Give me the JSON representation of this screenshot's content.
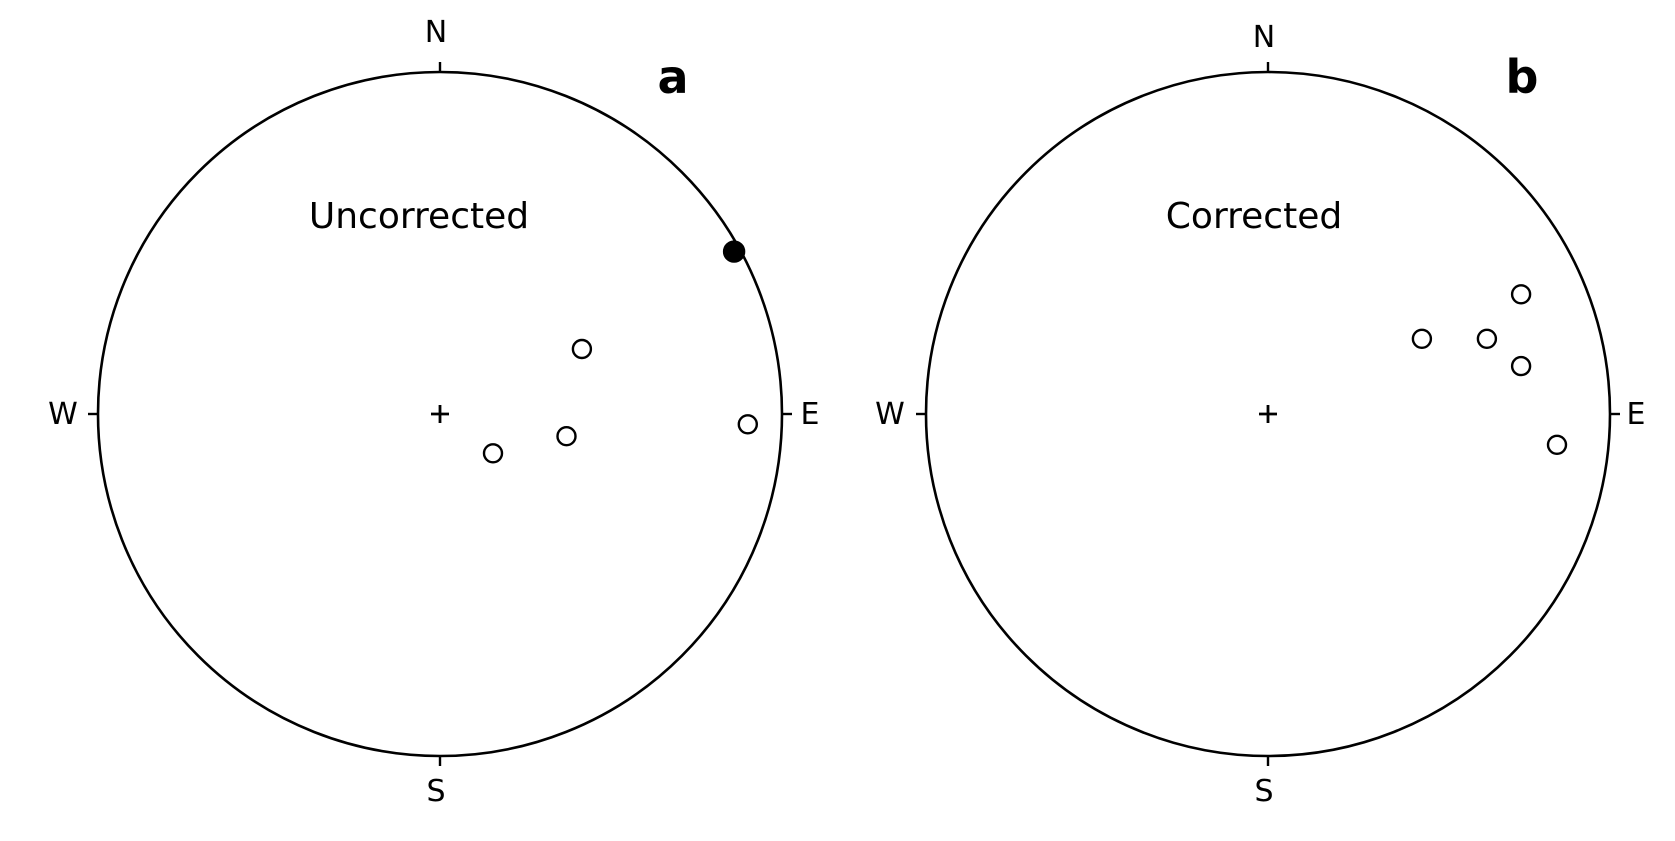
{
  "chart_data": [
    {
      "type": "scatter",
      "plot": "equal-area stereonet",
      "panel_label": "a",
      "title": "Uncorrected",
      "directions": {
        "north": "N",
        "south": "S",
        "east": "E",
        "west": "W"
      },
      "x_range": [
        -1,
        1
      ],
      "y_range": [
        -1,
        1
      ],
      "center_mark": true,
      "series": [
        {
          "marker": "open circle",
          "points": [
            {
              "x": 0.415,
              "y": 0.19
            },
            {
              "x": 0.37,
              "y": -0.065
            },
            {
              "x": 0.155,
              "y": -0.115
            },
            {
              "x": 0.9,
              "y": -0.03
            }
          ]
        },
        {
          "marker": "filled circle",
          "points": [
            {
              "x": 0.86,
              "y": 0.475
            }
          ]
        }
      ]
    },
    {
      "type": "scatter",
      "plot": "equal-area stereonet",
      "panel_label": "b",
      "title": "Corrected",
      "directions": {
        "north": "N",
        "south": "S",
        "east": "E",
        "west": "W"
      },
      "x_range": [
        -1,
        1
      ],
      "y_range": [
        -1,
        1
      ],
      "center_mark": true,
      "series": [
        {
          "marker": "open circle",
          "points": [
            {
              "x": 0.74,
              "y": 0.35
            },
            {
              "x": 0.64,
              "y": 0.22
            },
            {
              "x": 0.45,
              "y": 0.22
            },
            {
              "x": 0.74,
              "y": 0.14
            },
            {
              "x": 0.845,
              "y": -0.09
            }
          ]
        }
      ]
    }
  ]
}
